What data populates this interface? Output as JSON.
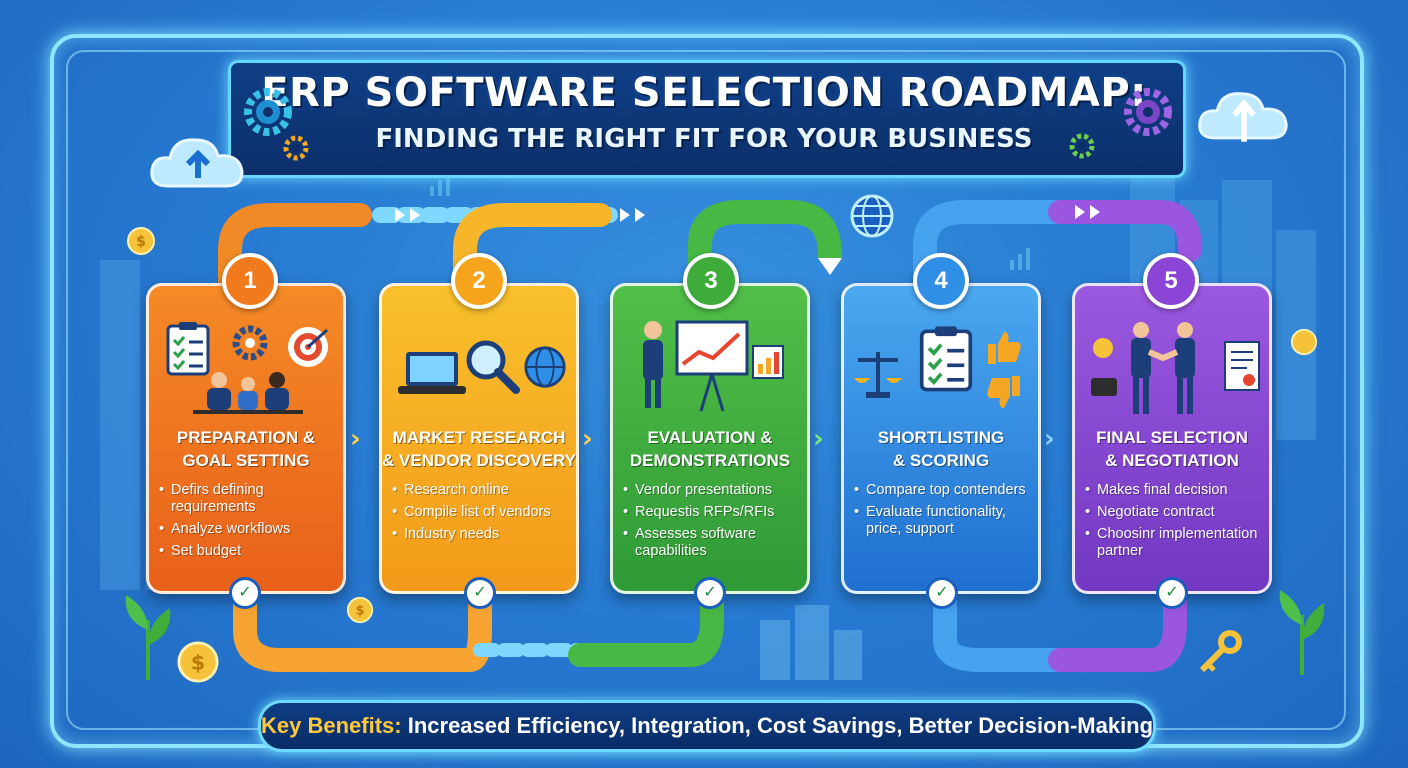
{
  "title": "ERP SOFTWARE SELECTION ROADMAP:",
  "subtitle": "FINDING THE RIGHT FIT FOR YOUR BUSINESS",
  "steps": [
    {
      "number": "1",
      "heading_line1": "PREPARATION &",
      "heading_line2": "GOAL SETTING",
      "bullets": [
        "Defirs defining requirements",
        "Analyze workflows",
        "Set budget"
      ],
      "color": "#f07a1c"
    },
    {
      "number": "2",
      "heading_line1": "MARKET RESEARCH",
      "heading_line2": "& VENDOR DISCOVERY",
      "bullets": [
        "Research online",
        "Compile list of vendors",
        "Industry needs"
      ],
      "color": "#f5b21c"
    },
    {
      "number": "3",
      "heading_line1": "EVALUATION &",
      "heading_line2": "DEMONSTRATIONS",
      "bullets": [
        "Vendor presentations",
        "Requestis RFPs/RFIs",
        "Assesses software capabilities"
      ],
      "color": "#3dac3a"
    },
    {
      "number": "4",
      "heading_line1": "SHORTLISTING",
      "heading_line2": "& SCORING",
      "bullets": [
        "Compare top contenders",
        "Evaluate functionality, price, support"
      ],
      "color": "#2f8fe6"
    },
    {
      "number": "5",
      "heading_line1": "FINAL SELECTION",
      "heading_line2": "& NEGOTIATION",
      "bullets": [
        "Makes final decision",
        "Negotiate contract",
        "Choosinr implementation partner"
      ],
      "color": "#8b45d6"
    }
  ],
  "benefits": {
    "label": "Key Benefits:",
    "text": "Increased Efficiency, Integration, Cost Savings, Better Decision-Making"
  },
  "icons": {
    "gear": "gear-icon",
    "cloud": "cloud-upload-icon",
    "coin": "coin-icon",
    "globe": "globe-icon",
    "clipboard": "clipboard-icon",
    "target": "target-icon",
    "team": "team-icon",
    "laptop": "laptop-icon",
    "magnifier": "magnifier-icon",
    "presentation": "presentation-icon",
    "scale": "scale-icon",
    "thumbs-up": "thumbs-up-icon",
    "thumbs-down": "thumbs-down-icon",
    "handshake": "handshake-icon",
    "contract": "contract-icon",
    "key": "key-icon",
    "plant": "plant-icon",
    "building": "building-icon"
  }
}
